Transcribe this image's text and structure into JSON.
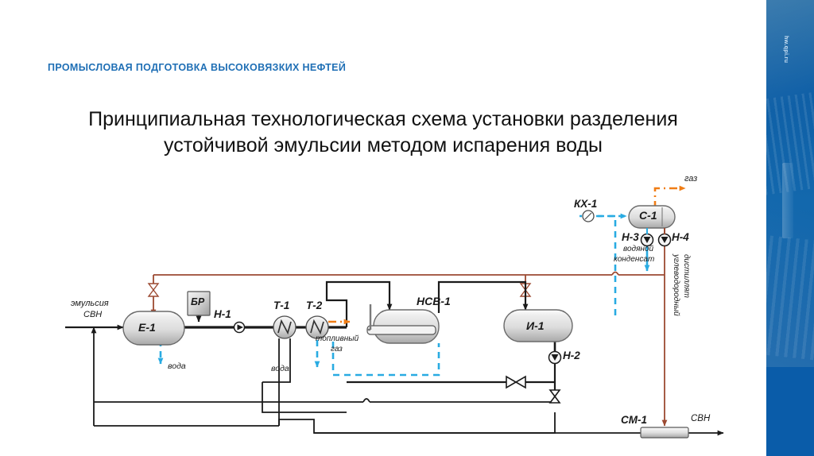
{
  "slide": {
    "kicker": "ПРОМЫСЛОВАЯ ПОДГОТОВКА ВЫСОКОВЯЗКИХ НЕФТЕЙ",
    "title_line1": "Принципиальная технологическая схема установки разделения",
    "title_line2": "устойчивой эмульсии методом испарения воды",
    "watermark": "hw.qpi.ru"
  },
  "colors": {
    "kicker": "#1f6fb5",
    "title": "#111111",
    "sidebar": "#0b5ca8",
    "process_black": "#1a1a1a",
    "oil_brown": "#9c4a32",
    "water_blue": "#29abe2",
    "gas_orange": "#f07d16",
    "vessel_fill": "#e9e9e9"
  },
  "equipment": [
    {
      "id": "E-1",
      "label": "Е-1",
      "kind": "horizontal-vessel",
      "name": "separator-e1"
    },
    {
      "id": "BR",
      "label": "БР",
      "kind": "reagent-block",
      "name": "reagent-block-br"
    },
    {
      "id": "H-1",
      "label": "Н-1",
      "kind": "pump",
      "name": "pump-h1"
    },
    {
      "id": "T-1",
      "label": "Т-1",
      "kind": "heat-exchanger",
      "name": "heat-exchanger-t1"
    },
    {
      "id": "T-2",
      "label": "Т-2",
      "kind": "heat-exchanger",
      "name": "heat-exchanger-t2"
    },
    {
      "id": "HCB-1",
      "label": "НСВ-1",
      "kind": "fired-heater",
      "name": "fired-heater-hcb1"
    },
    {
      "id": "I-1",
      "label": "И-1",
      "kind": "horizontal-vessel",
      "name": "evaporator-i1"
    },
    {
      "id": "H-2",
      "label": "Н-2",
      "kind": "pump",
      "name": "pump-h2"
    },
    {
      "id": "KX-1",
      "label": "КХ-1",
      "kind": "air-cooler",
      "name": "air-cooler-kx1"
    },
    {
      "id": "C-1",
      "label": "С-1",
      "kind": "horizontal-vessel",
      "name": "separator-c1"
    },
    {
      "id": "H-3",
      "label": "Н-3",
      "kind": "pump",
      "name": "pump-h3"
    },
    {
      "id": "H-4",
      "label": "Н-4",
      "kind": "pump",
      "name": "pump-h4"
    },
    {
      "id": "CM-1",
      "label": "СМ-1",
      "kind": "mixer",
      "name": "mixer-cm1"
    }
  ],
  "streams": [
    {
      "id": "feed",
      "label_line1": "эмульсия",
      "label_line2": "СВН",
      "name": "stream-feed-emulsion"
    },
    {
      "id": "water-e1",
      "label": "вода",
      "name": "stream-water-e1"
    },
    {
      "id": "water-t2",
      "label": "вода",
      "name": "stream-water-t2"
    },
    {
      "id": "fuel-gas",
      "label_line1": "топливный",
      "label_line2": "газ",
      "name": "stream-fuel-gas"
    },
    {
      "id": "gas-out",
      "label": "газ",
      "name": "stream-gas-out"
    },
    {
      "id": "water-cond",
      "label_line1": "водяной",
      "label_line2": "конденсат",
      "name": "stream-water-condensate"
    },
    {
      "id": "hc-dist",
      "label_line1": "углеводородный",
      "label_line2": "дистиллят",
      "name": "stream-hydrocarbon-distillate"
    },
    {
      "id": "svn-out",
      "label": "СВН",
      "name": "stream-svn-product"
    }
  ]
}
